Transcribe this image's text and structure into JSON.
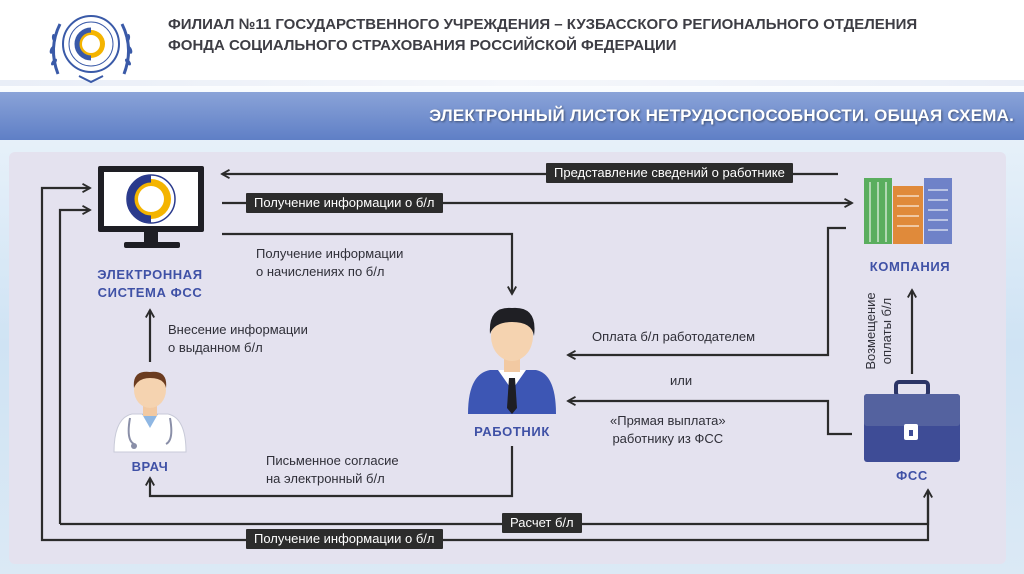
{
  "header": {
    "title_line1": "ФИЛИАЛ №11 ГОСУДАРСТВЕННОГО УЧРЕЖДЕНИЯ – КУЗБАССКОГО РЕГИОНАЛЬНОГО ОТДЕЛЕНИЯ",
    "title_line2": "ФОНДА СОЦИАЛЬНОГО СТРАХОВАНИЯ РОССИЙСКОЙ ФЕДЕРАЦИИ"
  },
  "banner": {
    "title": "ЭЛЕКТРОННЫЙ ЛИСТОК НЕТРУДОСПОСОБНОСТИ. ОБЩАЯ СХЕМА."
  },
  "nodes": {
    "fss_system_line1": "ЭЛЕКТРОННАЯ",
    "fss_system_line2": "СИСТЕМА ФСС",
    "company": "КОМПАНИЯ",
    "worker": "РАБОТНИК",
    "doctor": "ВРАЧ",
    "fss": "ФСС"
  },
  "flows": {
    "employee_info": "Представление сведений о работнике",
    "sick_leave_info_top": "Получение информации о б/л",
    "accruals_line1": "Получение информации",
    "accruals_line2": "о начислениях по б/л",
    "doctor_entry_line1": "Внесение информации",
    "doctor_entry_line2": "о выданном б/л",
    "employer_payment": "Оплата б/л работодателем",
    "or": "или",
    "direct_payment_line1": "«Прямая выплата»",
    "direct_payment_line2": "работнику из ФСС",
    "consent_line1": "Письменное согласие",
    "consent_line2": "на электронный б/л",
    "reimbursement_line1": "Возмещение",
    "reimbursement_line2": "оплаты б/л",
    "settlement": "Расчет б/л",
    "sick_leave_info_bottom": "Получение информации о б/л"
  },
  "colors": {
    "banner": "#6f8dcf",
    "node_label": "#3f51a6",
    "pill": "#2c2c2c",
    "panel": "#e4e2ef"
  }
}
